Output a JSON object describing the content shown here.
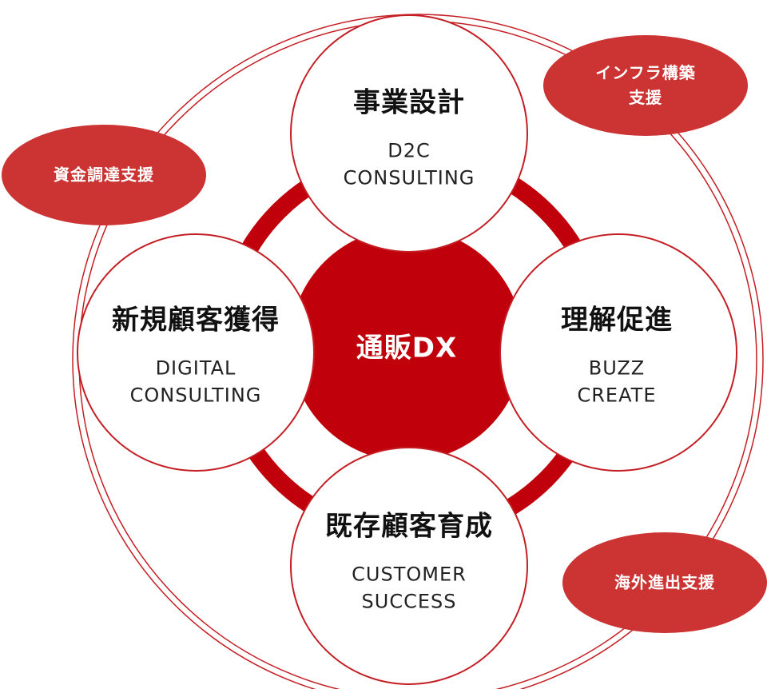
{
  "center": {
    "label": "通販DX"
  },
  "nodes": {
    "top": {
      "title": "事業設計",
      "sub_line1": "D2C",
      "sub_line2": "CONSULTING"
    },
    "left": {
      "title": "新規顧客獲得",
      "sub_line1": "DIGITAL",
      "sub_line2": "CONSULTING"
    },
    "right": {
      "title": "理解促進",
      "sub_line1": "BUZZ",
      "sub_line2": "CREATE"
    },
    "bottom": {
      "title": "既存顧客育成",
      "sub_line1": "CUSTOMER",
      "sub_line2": "SUCCESS"
    }
  },
  "bubbles": {
    "top_left": {
      "line1": "資金調達支援"
    },
    "top_right": {
      "line1": "インフラ構築",
      "line2": "支援"
    },
    "bottom_right": {
      "line1": "海外進出支援"
    }
  },
  "colors": {
    "accent": "#c0000a",
    "bubble": "#cc3333",
    "outline": "#c41e24"
  }
}
